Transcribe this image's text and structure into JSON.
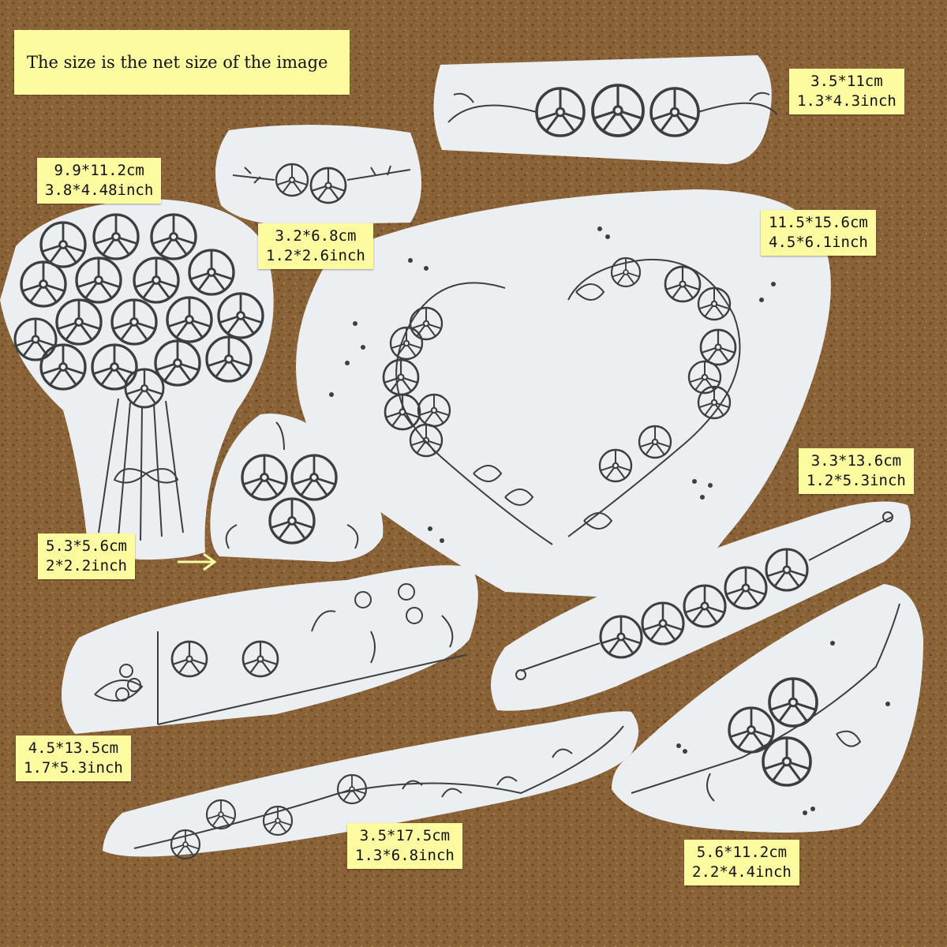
{
  "caption": "The size is the net size of the image",
  "colors": {
    "cork": "#8a6238",
    "paper": "#eceff2",
    "ink": "#3c3f42",
    "label": "#fdfba0"
  },
  "patterns": [
    {
      "id": "top-garland",
      "cm": "3.5*11cm",
      "inch": "1.3*4.3inch"
    },
    {
      "id": "small-garland",
      "cm": "3.2*6.8cm",
      "inch": "1.2*2.6inch"
    },
    {
      "id": "bouquet",
      "cm": "9.9*11.2cm",
      "inch": "3.8*4.48inch"
    },
    {
      "id": "heart-wreath",
      "cm": "11.5*15.6cm",
      "inch": "4.5*6.1inch"
    },
    {
      "id": "triangle-flowers",
      "cm": "5.3*5.6cm",
      "inch": "2*2.2inch"
    },
    {
      "id": "long-garland",
      "cm": "3.3*13.6cm",
      "inch": "1.2*5.3inch"
    },
    {
      "id": "flower-border",
      "cm": "4.5*13.5cm",
      "inch": "1.7*5.3inch"
    },
    {
      "id": "vine-strip",
      "cm": "3.5*17.5cm",
      "inch": "1.3*6.8inch"
    },
    {
      "id": "corner-spray",
      "cm": "5.6*11.2cm",
      "inch": "2.2*4.4inch"
    }
  ]
}
